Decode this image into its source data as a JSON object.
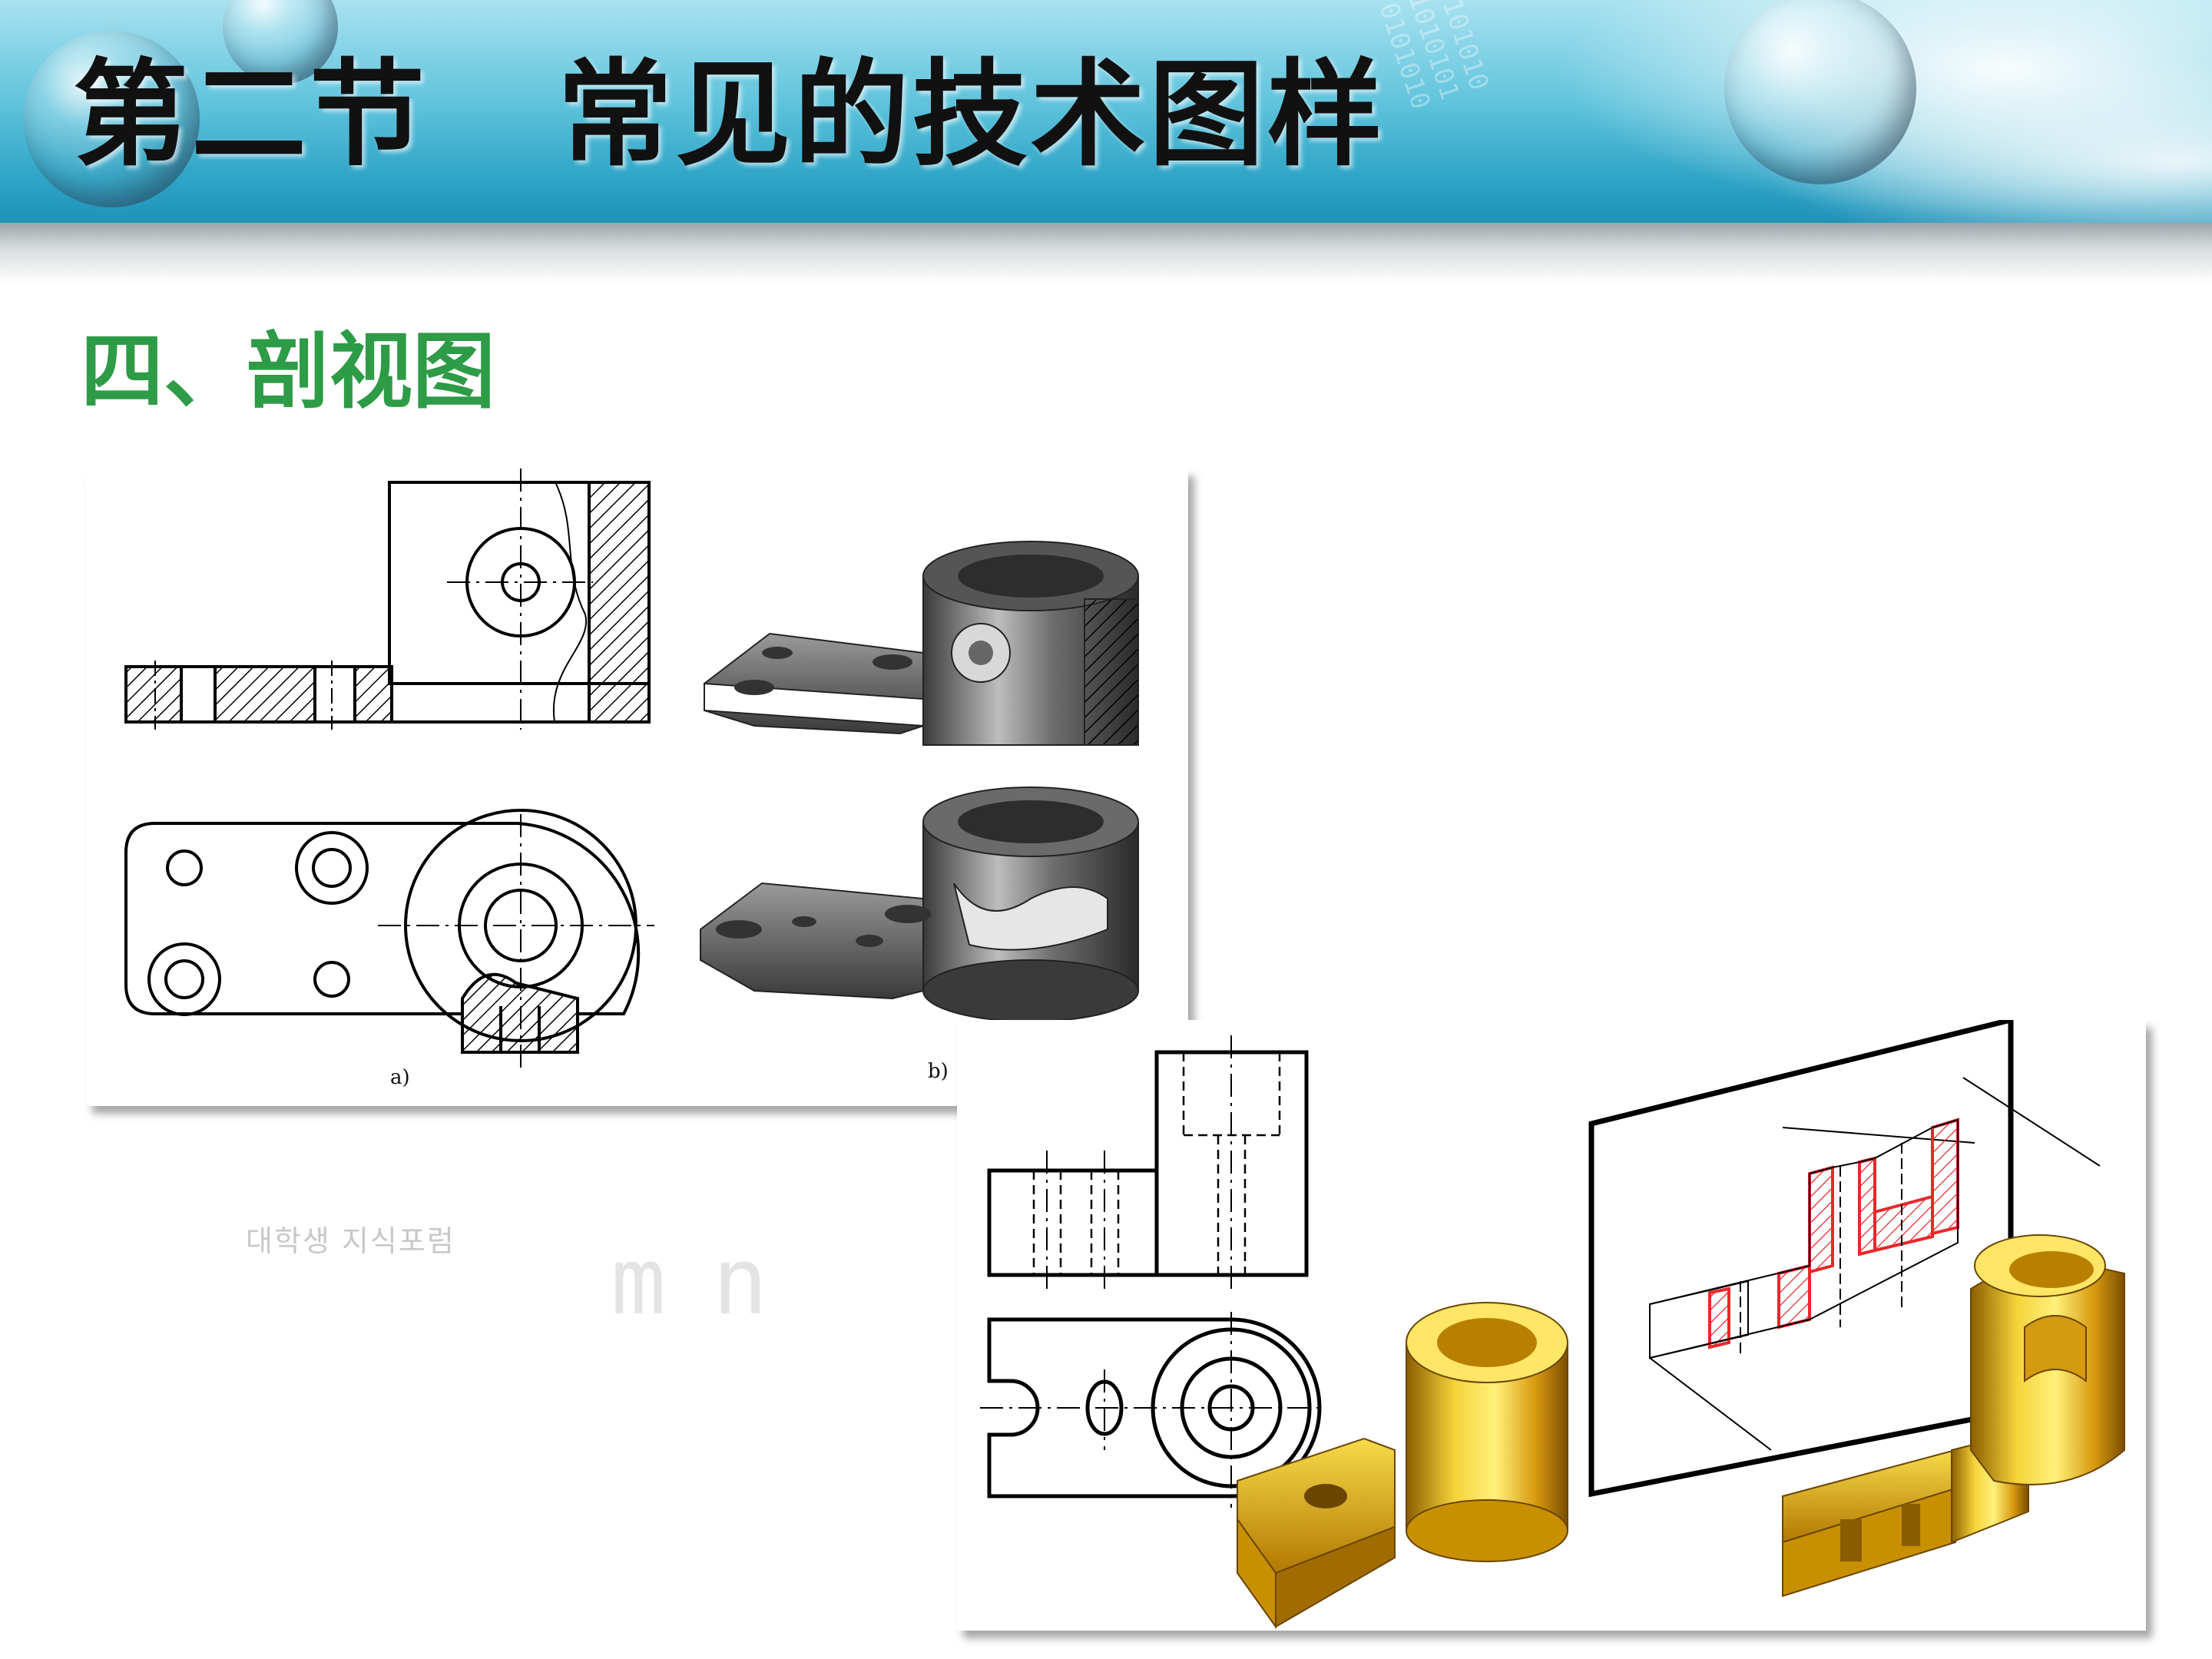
{
  "header": {
    "title": "第二节   常见的技术图样"
  },
  "section": {
    "heading": "四、剖视图"
  },
  "figure_a": {
    "caption_a": "a)",
    "caption_b": "b)"
  },
  "watermark": {
    "text": "대학생 지식포럼"
  },
  "colors": {
    "heading_green": "#2e9b47",
    "section_red": "#e8282b",
    "gold_part": "#e3b214"
  }
}
